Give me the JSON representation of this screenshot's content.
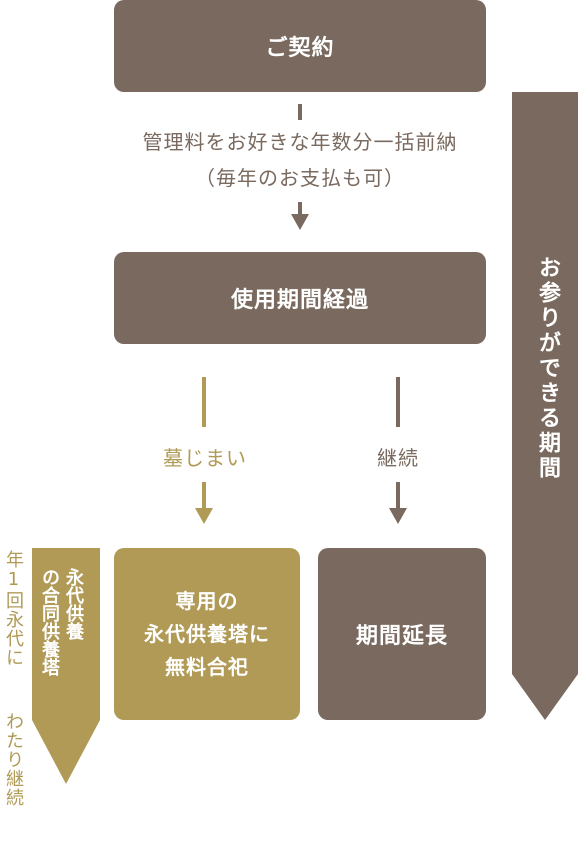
{
  "steps": {
    "contract": "ご契約",
    "fee_line1": "管理料をお好きな年数分一括前納",
    "fee_line2": "（毎年のお支払も可）",
    "elapsed": "使用期間経過"
  },
  "branches": {
    "closing": {
      "label": "墓じまい",
      "result_line1": "専用の",
      "result_line2": "永代供養塔に",
      "result_line3": "無料合祀"
    },
    "continue": {
      "label": "継続",
      "result": "期間延長"
    }
  },
  "side": {
    "visit_period": "お参りができる期間",
    "joint_memorial_col1": "永代供養",
    "joint_memorial_col2": "の合同供養塔",
    "perpetual_col1": "年1回永代に",
    "perpetual_col2": "わたり継続"
  },
  "colors": {
    "brown": "#79695e",
    "gold": "#b09a56"
  }
}
